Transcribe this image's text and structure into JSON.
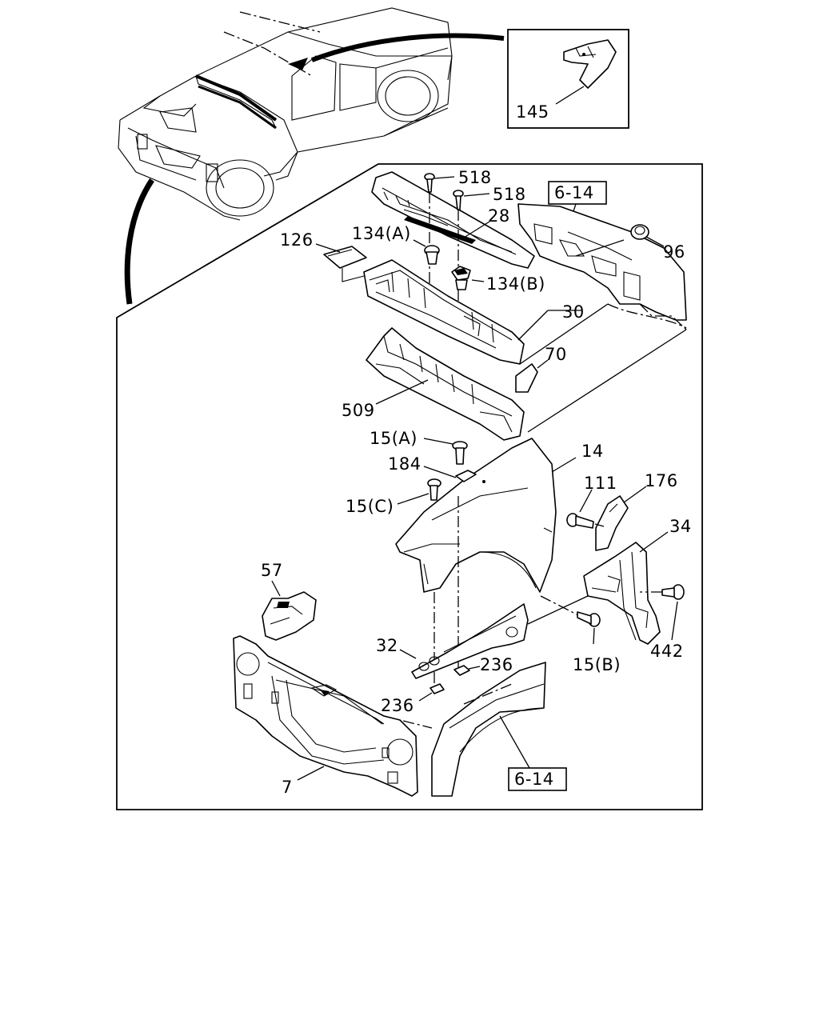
{
  "diagram": {
    "callouts": {
      "c145": "145",
      "c518a": "518",
      "c518b": "518",
      "c614_top": "6-14",
      "c28": "28",
      "c96": "96",
      "c126": "126",
      "c134a": "134(A)",
      "c134b": "134(B)",
      "c30": "30",
      "c70": "70",
      "c509": "509",
      "c15a": "15(A)",
      "c14": "14",
      "c184": "184",
      "c15c": "15(C)",
      "c111": "111",
      "c176": "176",
      "c34": "34",
      "c57": "57",
      "c442": "442",
      "c15b": "15(B)",
      "c32": "32",
      "c236a": "236",
      "c236b": "236",
      "c7": "7",
      "c614_bottom": "6-14"
    },
    "line_color": "#000000",
    "background_color": "#ffffff"
  }
}
